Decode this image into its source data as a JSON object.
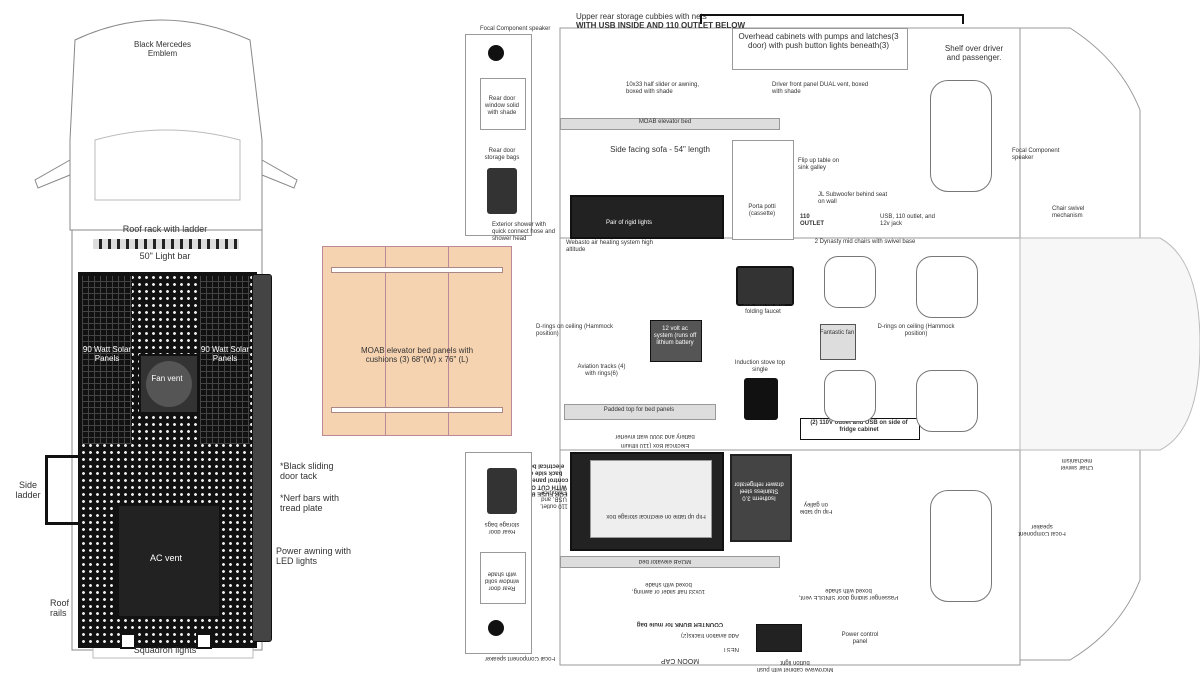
{
  "left_view": {
    "emblem_label": "Black Mercedes Emblem",
    "roof_rack_label": "Roof rack with ladder",
    "light_bar_label": "50\" Light bar",
    "solar_left_label": "90 Watt Solar Panels",
    "solar_right_label": "90 Watt Solar Panels",
    "fan_vent_label": "Fan vent",
    "ac_vent_label": "AC vent",
    "side_ladder_label": "Side ladder",
    "roof_rails_label": "Roof rails",
    "squadron_label": "Squadron lights",
    "door_track_label": "*Black sliding door tack",
    "nerf_bars_label": "*Nerf bars with tread plate",
    "awning_label": "Power awning with LED lights"
  },
  "bed_panels": {
    "label": "MOAB elevator bed panels with cushions (3) 68\"(W) x 76\" (L)"
  },
  "top_view": {
    "upper_cubbies": "Upper rear storage cubbies with nets",
    "usb_outlet": "WITH USB INSIDE AND 110 OUTLET BELOW",
    "overhead_cabinets": "Overhead cabinets with pumps and latches(3 door) with push button lights beneath(3)",
    "shelf": "Shelf over driver and passenger.",
    "focal_top": "Focal Component speaker",
    "rear_window": "Rear door window solid with shade",
    "storage_bags": "Rear door storage bags",
    "half_slider": "10x33 half slider or awning, boxed with shade",
    "driver_vent": "Driver front panel DUAL vent, boxed with shade",
    "moab_bed": "MOAB elevator bed",
    "side_sofa": "Side facing sofa - 54\" length",
    "flip_table": "Flip up table on sink galley",
    "subwoofer": "JL Subwoofer behind seat on wall",
    "porta_potti": "Porta potti (cassette)",
    "outlet_110": "110 OUTLET",
    "usb_12v": "USB, 110 outlet, and 12v jack",
    "rigid_lights": "Pair of rigid lights",
    "focal_right": "Focal Component speaker",
    "chair_swivel": "Chair swivel mechanism",
    "exterior_shower": "Exterior shower with quick connect hose and shower head",
    "webasto": "Webasto air heating system high altitude",
    "dynasty_chairs": "2 Dynasty mid chairs with swivel base",
    "sink": "Sink with lid and folding faucet",
    "d_rings_left": "D-rings on ceiling (Hammock position)",
    "d_rings_right": "D-rings on ceiling (Hammock position)",
    "battery": "12 volt ac system (runs off lithium battery",
    "aviation_tracks": "Aviation tracks (4) with rings(6)",
    "fantastic_fan": "Fantastic fan",
    "induction": "Induction stove top single",
    "padded_top": "Padded top for bed panels",
    "outlet_fridge": "(2) 110V outlet and USB on side of fridge cabinet"
  },
  "bottom_view": {
    "battery_electrical": "battery and 3000 watt inverter",
    "electrical_box": "Electrical Box (110 lithium",
    "flip_up_table": "Flip up table on electrical storage box",
    "fuse_box": "FOR FUSE BOX WITH CUT OUT control panel on back side of electrical box",
    "fridge": "Isotherm 3.0 Stainless steel drawer refrigerator",
    "flip_galley": "Flip up table on galley",
    "focal_right": "Focal Component speaker",
    "chair_swivel": "Chair swivel mechanism",
    "outlet_usb": "110 outlet, USB, and Ebsource",
    "storage_bags": "Rear door storage bags",
    "rear_window": "Rear door window solid with shade",
    "moab_bed": "MOAB elevator bed",
    "half_slider": "10x33 half slider or awning, boxed with shade",
    "passenger_door": "Passenger sliding door SINGLE vent, boxed with shade",
    "counter_bunk": "COUNTER BUNK for mule bag",
    "aviation_tracks": "Add aviation tracks(2)",
    "moon_cap": "MOON CAP",
    "nest": "NEST",
    "focal_bottom": "Focal Component speaker",
    "power_control": "Power control panel",
    "microwave": "Microwave cabinet with push button light"
  },
  "colors": {
    "dark": "#222222",
    "wood": "#f6d3b0",
    "outline": "#999999"
  }
}
